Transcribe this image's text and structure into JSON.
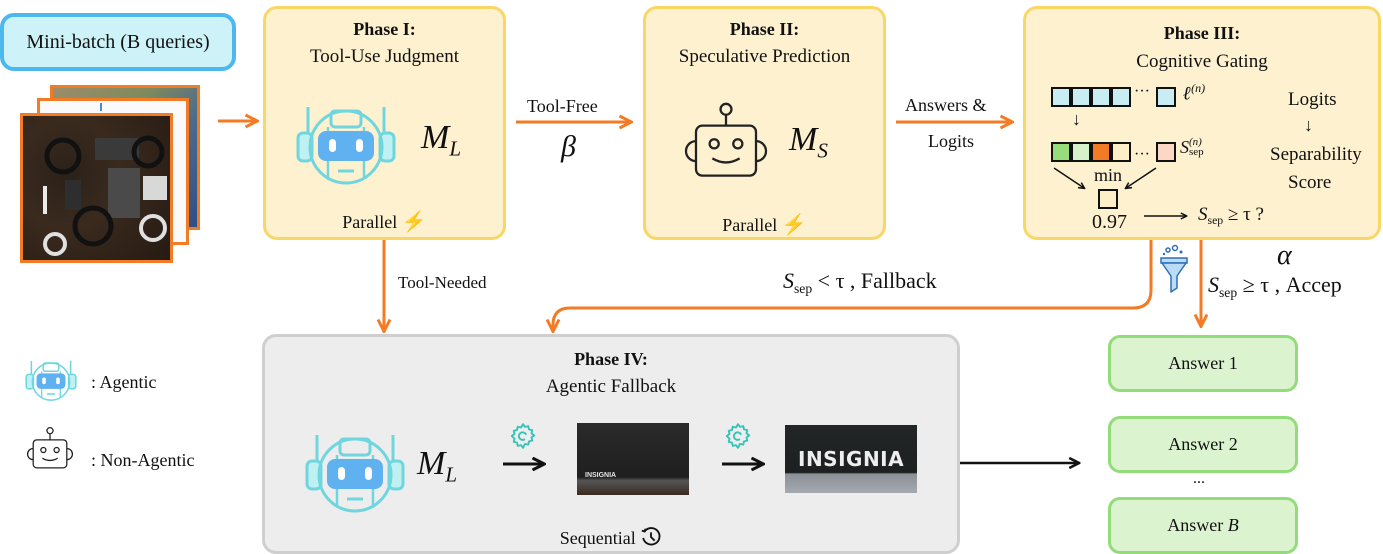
{
  "input": {
    "label": "Mini-batch (B queries)",
    "images": [
      "cables-photo",
      "bar-chart",
      "satellite-map"
    ]
  },
  "phase1": {
    "title": "Phase I:",
    "subtitle": "Tool-Use Judgment",
    "model": "M",
    "model_sub": "L",
    "mode": "Parallel"
  },
  "phase2": {
    "title": "Phase II:",
    "subtitle": "Speculative Prediction",
    "model": "M",
    "model_sub": "S",
    "mode": "Parallel"
  },
  "phase3": {
    "title": "Phase III:",
    "subtitle": "Cognitive Gating",
    "logit_symbol": "ℓ",
    "logit_sup": "(n)",
    "score_symbol": "S",
    "score_sub": "sep",
    "score_sup": "(n)",
    "min_label": "min",
    "min_value": "0.97",
    "check": "S",
    "check_sub": "sep",
    "check_rest": " ≥ τ  ?",
    "side_top": "Logits",
    "side_arrow": "↓",
    "side_mid": "Separability",
    "side_bot": "Score",
    "logit_cells": [
      "#c8eef4",
      "#c8eef4",
      "#c8eef4",
      "#c8eef4",
      "#c8eef4"
    ],
    "score_cells": [
      "#97dd7a",
      "#d6f2cb",
      "#f47b25",
      "#fdf0c8",
      "#fdd7c6"
    ],
    "min_cell": "#fdf0c8"
  },
  "phase4": {
    "title": "Phase IV:",
    "subtitle": "Agentic Fallback",
    "model": "M",
    "model_sub": "L",
    "crop_text_small": "INSIGNIA",
    "crop_text_large": "INSIGNIA",
    "mode": "Sequential"
  },
  "edges": {
    "tool_free": "Tool-Free",
    "beta": "β",
    "answers_logits_1": "Answers &",
    "answers_logits_2": "Logits",
    "tool_needed": "Tool-Needed",
    "fallback_S": "S",
    "fallback_sub": "sep",
    "fallback_rest": " < τ ,  ",
    "fallback_word": "Fallback",
    "alpha": "α",
    "accept_S": "S",
    "accept_sub": "sep",
    "accept_rest": " ≥ τ ,  ",
    "accept_word": "Accep"
  },
  "answers": {
    "a1": "Answer 1",
    "a2": "Answer 2",
    "ellipsis": "...",
    "aB_prefix": "Answer ",
    "aB_var": "B"
  },
  "legend": {
    "agentic": ": Agentic",
    "non_agentic": ": Non-Agentic"
  },
  "colors": {
    "orange": "#f47b25",
    "phase_fill": "#fdf1d0",
    "phase_border": "#f9d766",
    "fallback_fill": "#ededed",
    "answer_fill": "#dcf3d0",
    "answer_border": "#93dc7a",
    "input_fill": "#cdf2f8",
    "input_border": "#4cb8ee",
    "agent_cyan": "#6fd6df",
    "agent_blue": "#5fb1ef"
  }
}
